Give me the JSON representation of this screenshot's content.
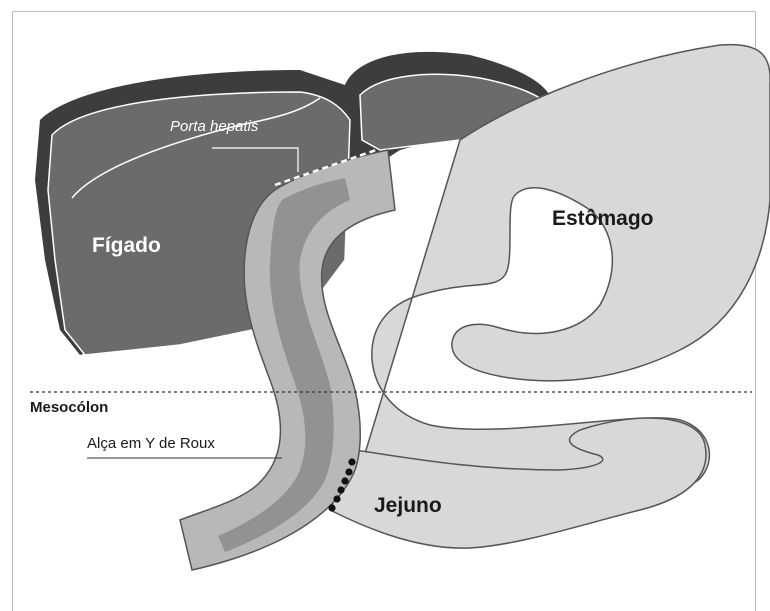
{
  "labels": {
    "liver": "Fígado",
    "porta_hepatis": "Porta hepatis",
    "stomach": "Estômago",
    "mesocolon": "Mesocólon",
    "roux_limb": "Alça em Y de Roux",
    "jejunum": "Jejuno"
  },
  "colors": {
    "liver": "#6b6b6b",
    "liver_shadow": "#3d3d3d",
    "stomach": "#d8d8d8",
    "roux_limb": "#b8b8b8",
    "roux_limb_stripe": "#8e8e8e",
    "outline": "#555555",
    "anastomosis_dots": "#111111"
  }
}
